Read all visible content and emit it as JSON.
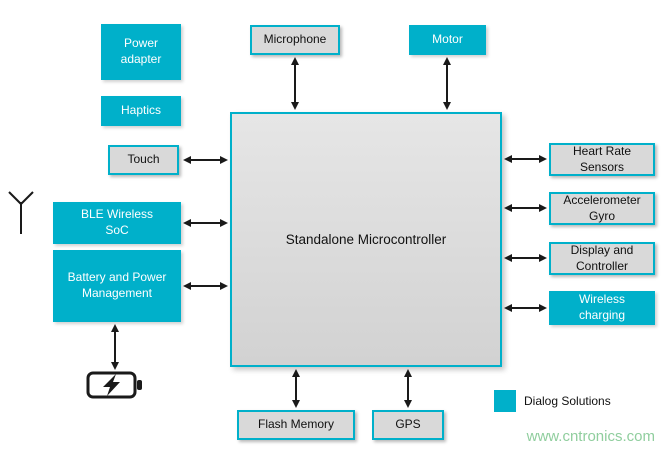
{
  "colors": {
    "teal": "#00b0ca",
    "box_gray": "#d9d9d9",
    "arrow": "#1a1a1a",
    "watermark_green": "#90ce9e"
  },
  "center": {
    "label": "Standalone Microcontroller"
  },
  "left_column": {
    "power_adapter": "Power adapter",
    "haptics": "Haptics",
    "touch": "Touch",
    "ble_soc": "BLE Wireless SoC",
    "battery_mgmt": "Battery and Power Management"
  },
  "top_row": {
    "microphone": "Microphone",
    "motor": "Motor"
  },
  "right_column": {
    "heart_rate": "Heart Rate Sensors",
    "accelerometer": "Accelerometer Gyro",
    "display": "Display and Controller",
    "wireless_charging": "Wireless charging"
  },
  "bottom_row": {
    "flash": "Flash Memory",
    "gps": "GPS"
  },
  "legend": {
    "label": "Dialog Solutions"
  },
  "watermark": "www.cntronics.com"
}
